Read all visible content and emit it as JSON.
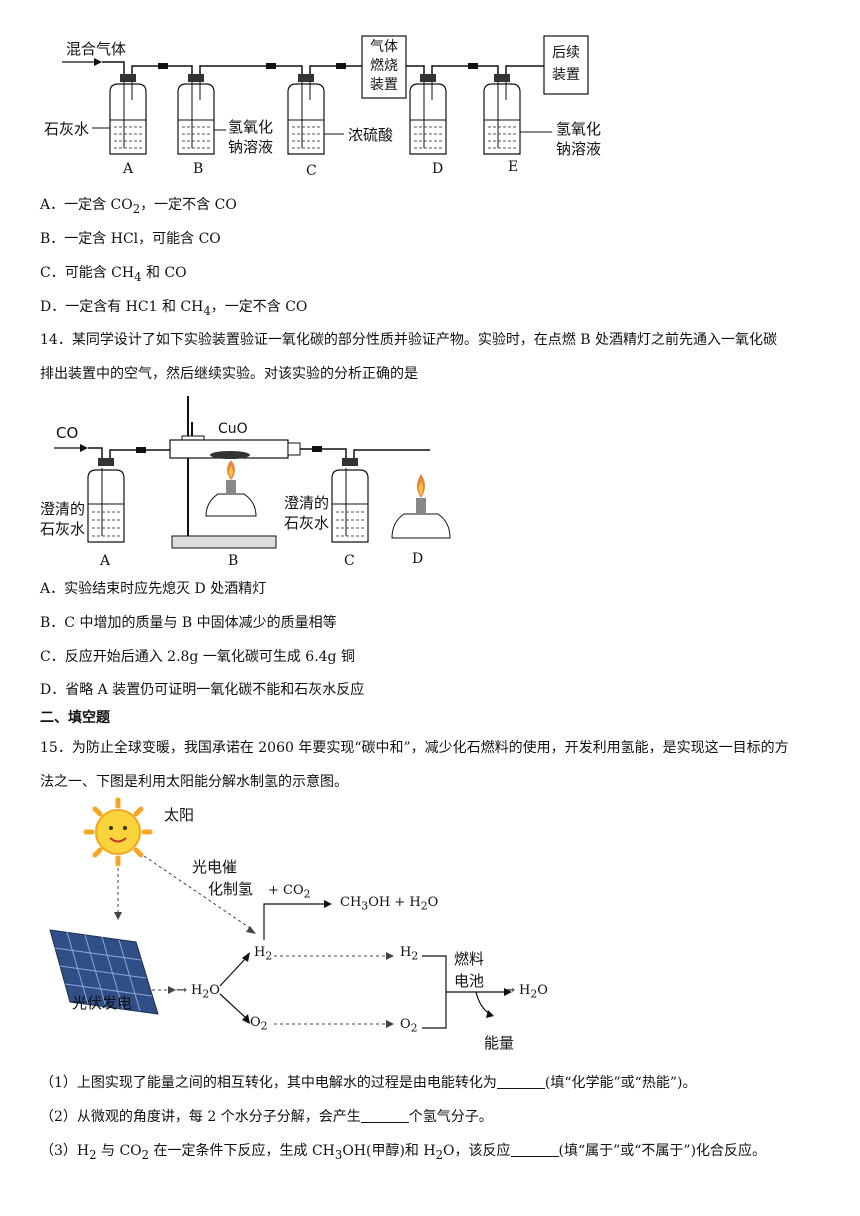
{
  "fig1": {
    "mixed_gas": "混合气体",
    "limewater": "石灰水",
    "naoh_b_1": "氢氧化",
    "naoh_b_2": "钠溶液",
    "conc_h2so4": "浓硫酸",
    "burner_1": "气体",
    "burner_2": "燃烧",
    "burner_3": "装置",
    "follow_1": "后续",
    "follow_2": "装置",
    "naoh_e_1": "氢氧化",
    "naoh_e_2": "钠溶液",
    "bottles": [
      "A",
      "B",
      "C",
      "D",
      "E"
    ]
  },
  "q13": {
    "opt_a_pre": "A．一定含 CO",
    "opt_a_sub": "2",
    "opt_a_post": "，一定不含 CO",
    "opt_b": "B．一定含 HCl，可能含 CO",
    "opt_c_pre": "C．可能含 CH",
    "opt_c_sub": "4",
    "opt_c_post": " 和 CO",
    "opt_d_pre": "D．一定含有 HC1 和 CH",
    "opt_d_sub": "4",
    "opt_d_post": "，一定不含 CO"
  },
  "q14": {
    "stem_1": "14．某同学设计了如下实验装置验证一氧化碳的部分性质并验证产物。实验时，在点燃 B 处酒精灯之前先通入一氧化碳",
    "stem_2": "排出装置中的空气，然后继续实验。对该实验的分析正确的是",
    "fig": {
      "co": "CO",
      "cuo": "CuO",
      "clear_1": "澄清的",
      "clear_2": "石灰水",
      "clear_c_1": "澄清的",
      "clear_c_2": "石灰水",
      "labels": [
        "A",
        "B",
        "C",
        "D"
      ]
    },
    "opt_a": "A．实验结束时应先熄灭 D 处酒精灯",
    "opt_b": "B．C 中增加的质量与 B 中固体减少的质量相等",
    "opt_c": "C．反应开始后通入 2.8g 一氧化碳可生成 6.4g 铜",
    "opt_d": "D．省略 A 装置仍可证明一氧化碳不能和石灰水反应"
  },
  "section2": "二、填空题",
  "q15": {
    "stem_1": "15．为防止全球变暖，我国承诺在 2060 年要实现“碳中和”，减少化石燃料的使用，开发利用氢能，是实现这一目标的方",
    "stem_2": "法之一、下图是利用太阳能分解水制氢的示意图。",
    "fig": {
      "sun": "太阳",
      "photo_1": "光电催",
      "photo_2": "化制氢",
      "plus_co2": "+ CO",
      "co2_sub": "2",
      "ch3oh": "CH",
      "ch3oh_sub": "3",
      "ch3oh_post": "OH + H",
      "h2o_sub": "2",
      "h2o_post": "O",
      "h2_left": "H",
      "h2_right": "H",
      "o2_left": "O",
      "o2_right": "O",
      "sub2": "2",
      "h2o_left": "→ H",
      "h2o_right": "→ H",
      "fuel_1": "燃料",
      "fuel_2": "电池",
      "energy": "能量",
      "pv": "光伏发电"
    },
    "sub1_pre": "（1）上图实现了能量之间的相互转化，其中电解水的过程是由电能转化为",
    "sub1_post": "(填“化学能”或“热能”)。",
    "sub2_pre": "（2）从微观的角度讲，每 2 个水分子分解，会产生",
    "sub2_post": "个氢气分子。",
    "sub3_a": "（3）H",
    "sub3_b": " 与 CO",
    "sub3_c": " 在一定条件下反应，生成 CH",
    "sub3_d": "OH(甲醇)和 H",
    "sub3_e": "O，该反应",
    "sub3_f": "(填“属于”或“不属于”)化合反应。",
    "s2": "2",
    "s3": "3"
  }
}
